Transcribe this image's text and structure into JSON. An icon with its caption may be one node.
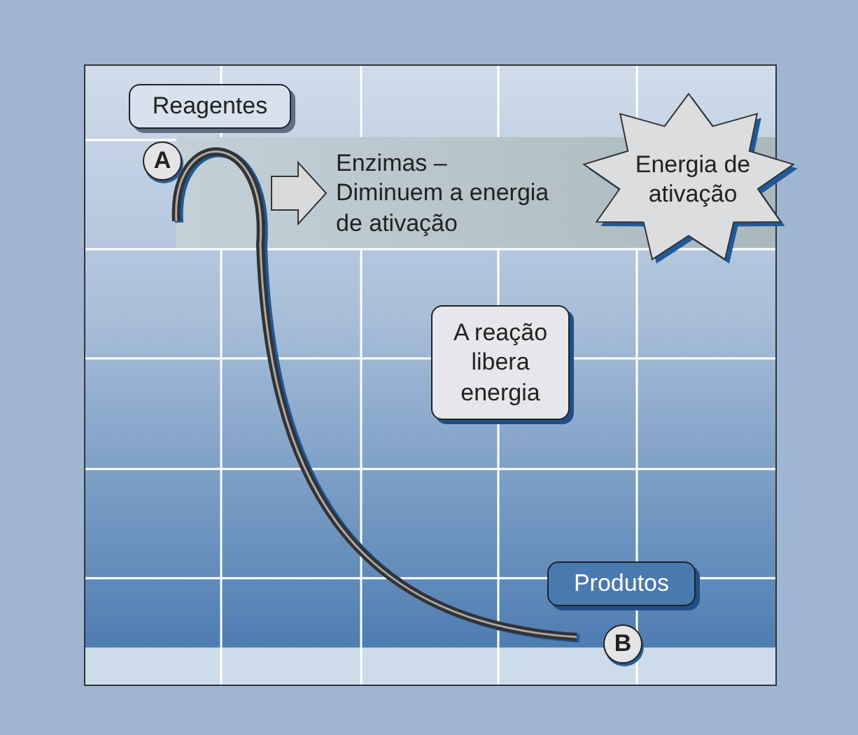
{
  "diagram": {
    "nodes": [
      {
        "text": [
          "Reagentes"
        ]
      },
      {
        "text": [
          "A"
        ]
      },
      {
        "text": [
          "Enzimas – Diminuem a energia de ativação"
        ]
      },
      {
        "text": [
          "Energia de ativação"
        ]
      },
      {
        "text": [
          "A reação libera energia"
        ]
      },
      {
        "text": [
          "Produtos"
        ]
      },
      {
        "text": [
          "B"
        ]
      }
    ],
    "edges": [
      {
        "from": null,
        "to": 2,
        "arrow": "to"
      }
    ]
  }
}
